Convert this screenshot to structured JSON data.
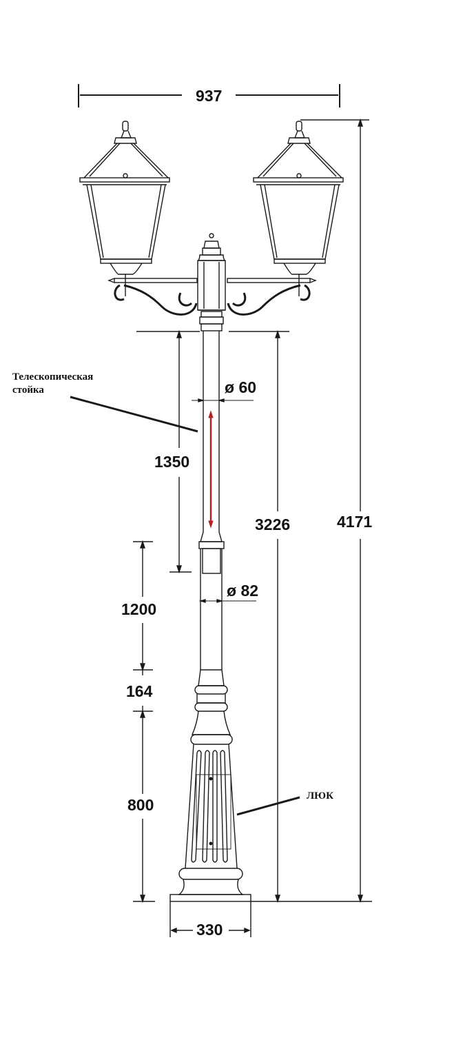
{
  "diagram": {
    "type": "technical-drawing",
    "subject": "two-lamp street lantern pole",
    "colors": {
      "line": "#1a1a1a",
      "telescope_arrow": "#b22222",
      "background": "#ffffff"
    },
    "dimensions": {
      "total_width": "937",
      "total_height": "4171",
      "pole_height": "3226",
      "telescopic_extension": "1350",
      "upper_pipe_diameter": "ø 60",
      "lower_pipe_diameter": "ø 82",
      "lower_pipe_length": "1200",
      "collar_height": "164",
      "base_height": "800",
      "base_width": "330"
    },
    "callouts": {
      "telescopic": "Телескопическая\nстойка",
      "hatch": "ЛЮК"
    }
  }
}
